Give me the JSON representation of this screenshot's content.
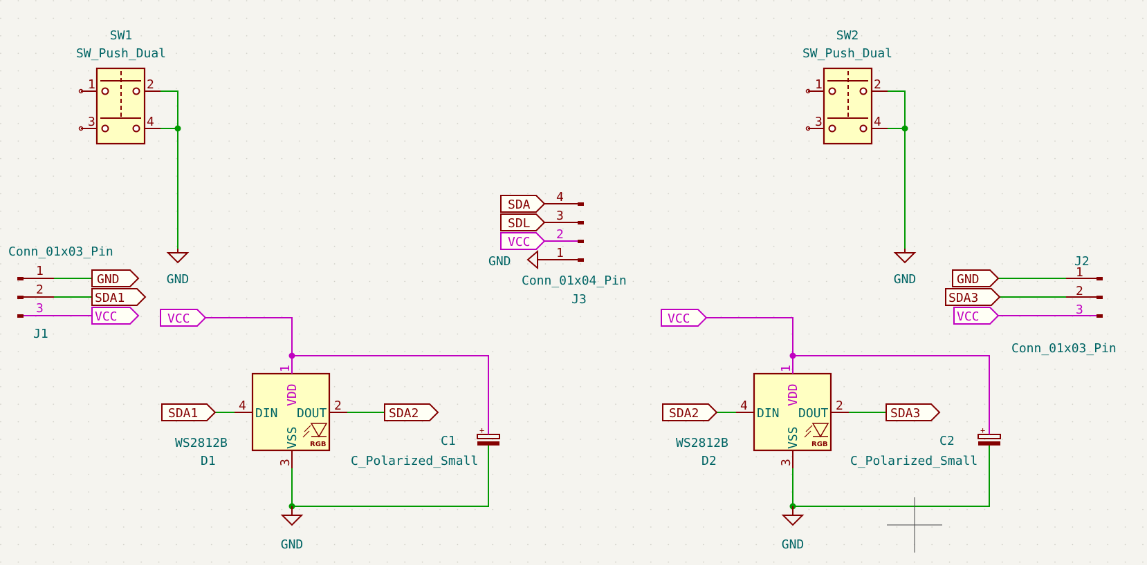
{
  "schematic": {
    "SW1": {
      "ref": "SW1",
      "value": "SW_Push_Dual",
      "pins": [
        "1",
        "2",
        "3",
        "4"
      ]
    },
    "SW2": {
      "ref": "SW2",
      "value": "SW_Push_Dual",
      "pins": [
        "1",
        "2",
        "3",
        "4"
      ]
    },
    "J1": {
      "ref": "J1",
      "value": "Conn_01x03_Pin",
      "pins": [
        "1",
        "2",
        "3"
      ],
      "labels": [
        "GND",
        "SDA1",
        "VCC"
      ]
    },
    "J2": {
      "ref": "J2",
      "value": "Conn_01x03_Pin",
      "pins": [
        "1",
        "2",
        "3"
      ],
      "labels": [
        "GND",
        "SDA3",
        "VCC"
      ]
    },
    "J3": {
      "ref": "J3",
      "value": "Conn_01x04_Pin",
      "pins": [
        "4",
        "3",
        "2",
        "1"
      ],
      "labels": [
        "SDA",
        "SDL",
        "VCC",
        "GND"
      ]
    },
    "D1": {
      "ref": "D1",
      "value": "WS2812B",
      "in_label": "SDA1",
      "out_label": "SDA2",
      "vcc_label": "VCC",
      "pins": {
        "vdd": "1",
        "din": "4",
        "dout": "2",
        "vss": "3"
      },
      "pin_names": {
        "vdd": "VDD",
        "din": "DIN",
        "dout": "DOUT",
        "vss": "VSS",
        "rgb": "RGB"
      }
    },
    "D2": {
      "ref": "D2",
      "value": "WS2812B",
      "in_label": "SDA2",
      "out_label": "SDA3",
      "vcc_label": "VCC",
      "pins": {
        "vdd": "1",
        "din": "4",
        "dout": "2",
        "vss": "3"
      },
      "pin_names": {
        "vdd": "VDD",
        "din": "DIN",
        "dout": "DOUT",
        "vss": "VSS",
        "rgb": "RGB"
      }
    },
    "C1": {
      "ref": "C1",
      "value": "C_Polarized_Small"
    },
    "C2": {
      "ref": "C2",
      "value": "C_Polarized_Small"
    },
    "gnd_label": "GND"
  },
  "colors": {
    "wire": "#009900",
    "power": "#c000c0",
    "symbol": "#840000",
    "text": "#006464",
    "background": "#f5f4ef"
  }
}
